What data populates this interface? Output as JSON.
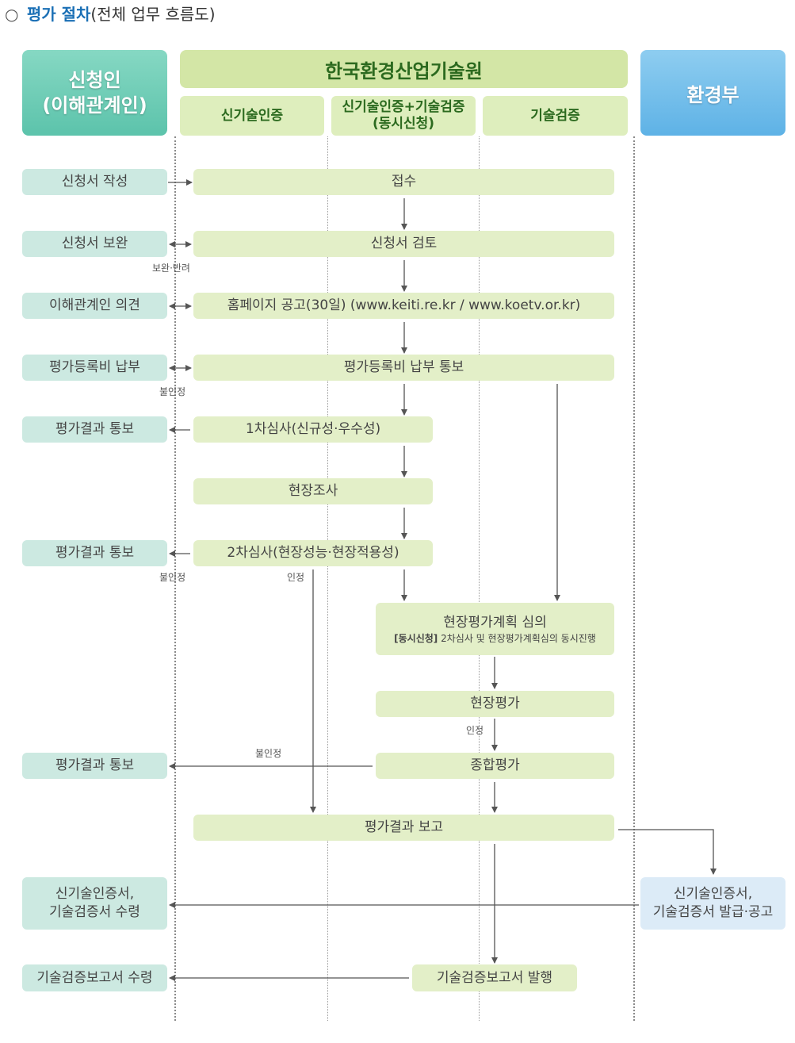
{
  "title": {
    "bullet": "○",
    "highlight": "평가 절차",
    "rest": "(전체 업무 흐름도)"
  },
  "headers": {
    "applicant": "신청인\n(이해관계인)",
    "keiti": "한국환경산업기술원",
    "moe": "환경부",
    "sub": [
      "신기술인증",
      "신기술인증+기술검증\n(동시신청)",
      "기술검증"
    ]
  },
  "applicant_steps": {
    "write": "신청서 작성",
    "supplement": "신청서 보완",
    "opinion": "이해관계인 의견",
    "fee": "평가등록비 납부",
    "result1": "평가결과 통보",
    "result2": "평가결과 통보",
    "result3": "평가결과 통보",
    "certificate": "신기술인증서,\n기술검증서 수령",
    "report_receive": "기술검증보고서 수령"
  },
  "keiti_steps": {
    "receipt": "접수",
    "review": "신청서 검토",
    "notice": "홈페이지 공고(30일) (www.keiti.re.kr / www.koetv.or.kr)",
    "fee_notice": "평가등록비 납부 통보",
    "first_exam": "1차심사(신규성·우수성)",
    "site_survey": "현장조사",
    "second_exam": "2차심사(현장성능·현장적용성)",
    "plan_review": "현장평가계획 심의",
    "plan_note_tag": "[동시신청]",
    "plan_note": " 2차심사 및 현장평가계획심의 동시진행",
    "site_eval": "현장평가",
    "total_eval": "종합평가",
    "report": "평가결과 보고",
    "report_issue": "기술검증보고서 발행"
  },
  "moe_steps": {
    "issue": "신기술인증서,\n기술검증서 발급·공고"
  },
  "labels": {
    "return": "보완·반려",
    "reject1": "불인정",
    "reject2": "불인정",
    "approve1": "인정",
    "approve2": "인정",
    "reject3": "불인정"
  },
  "colors": {
    "title_highlight": "#1a6fb5",
    "applicant_header": "#5cc3ab",
    "keiti_header": "#d3e6a6",
    "moe_header": "#5eb2e6",
    "applicant_box": "#cce9e1",
    "keiti_box": "#e3efc8",
    "moe_box": "#dcebf7",
    "arrow": "#555555"
  }
}
